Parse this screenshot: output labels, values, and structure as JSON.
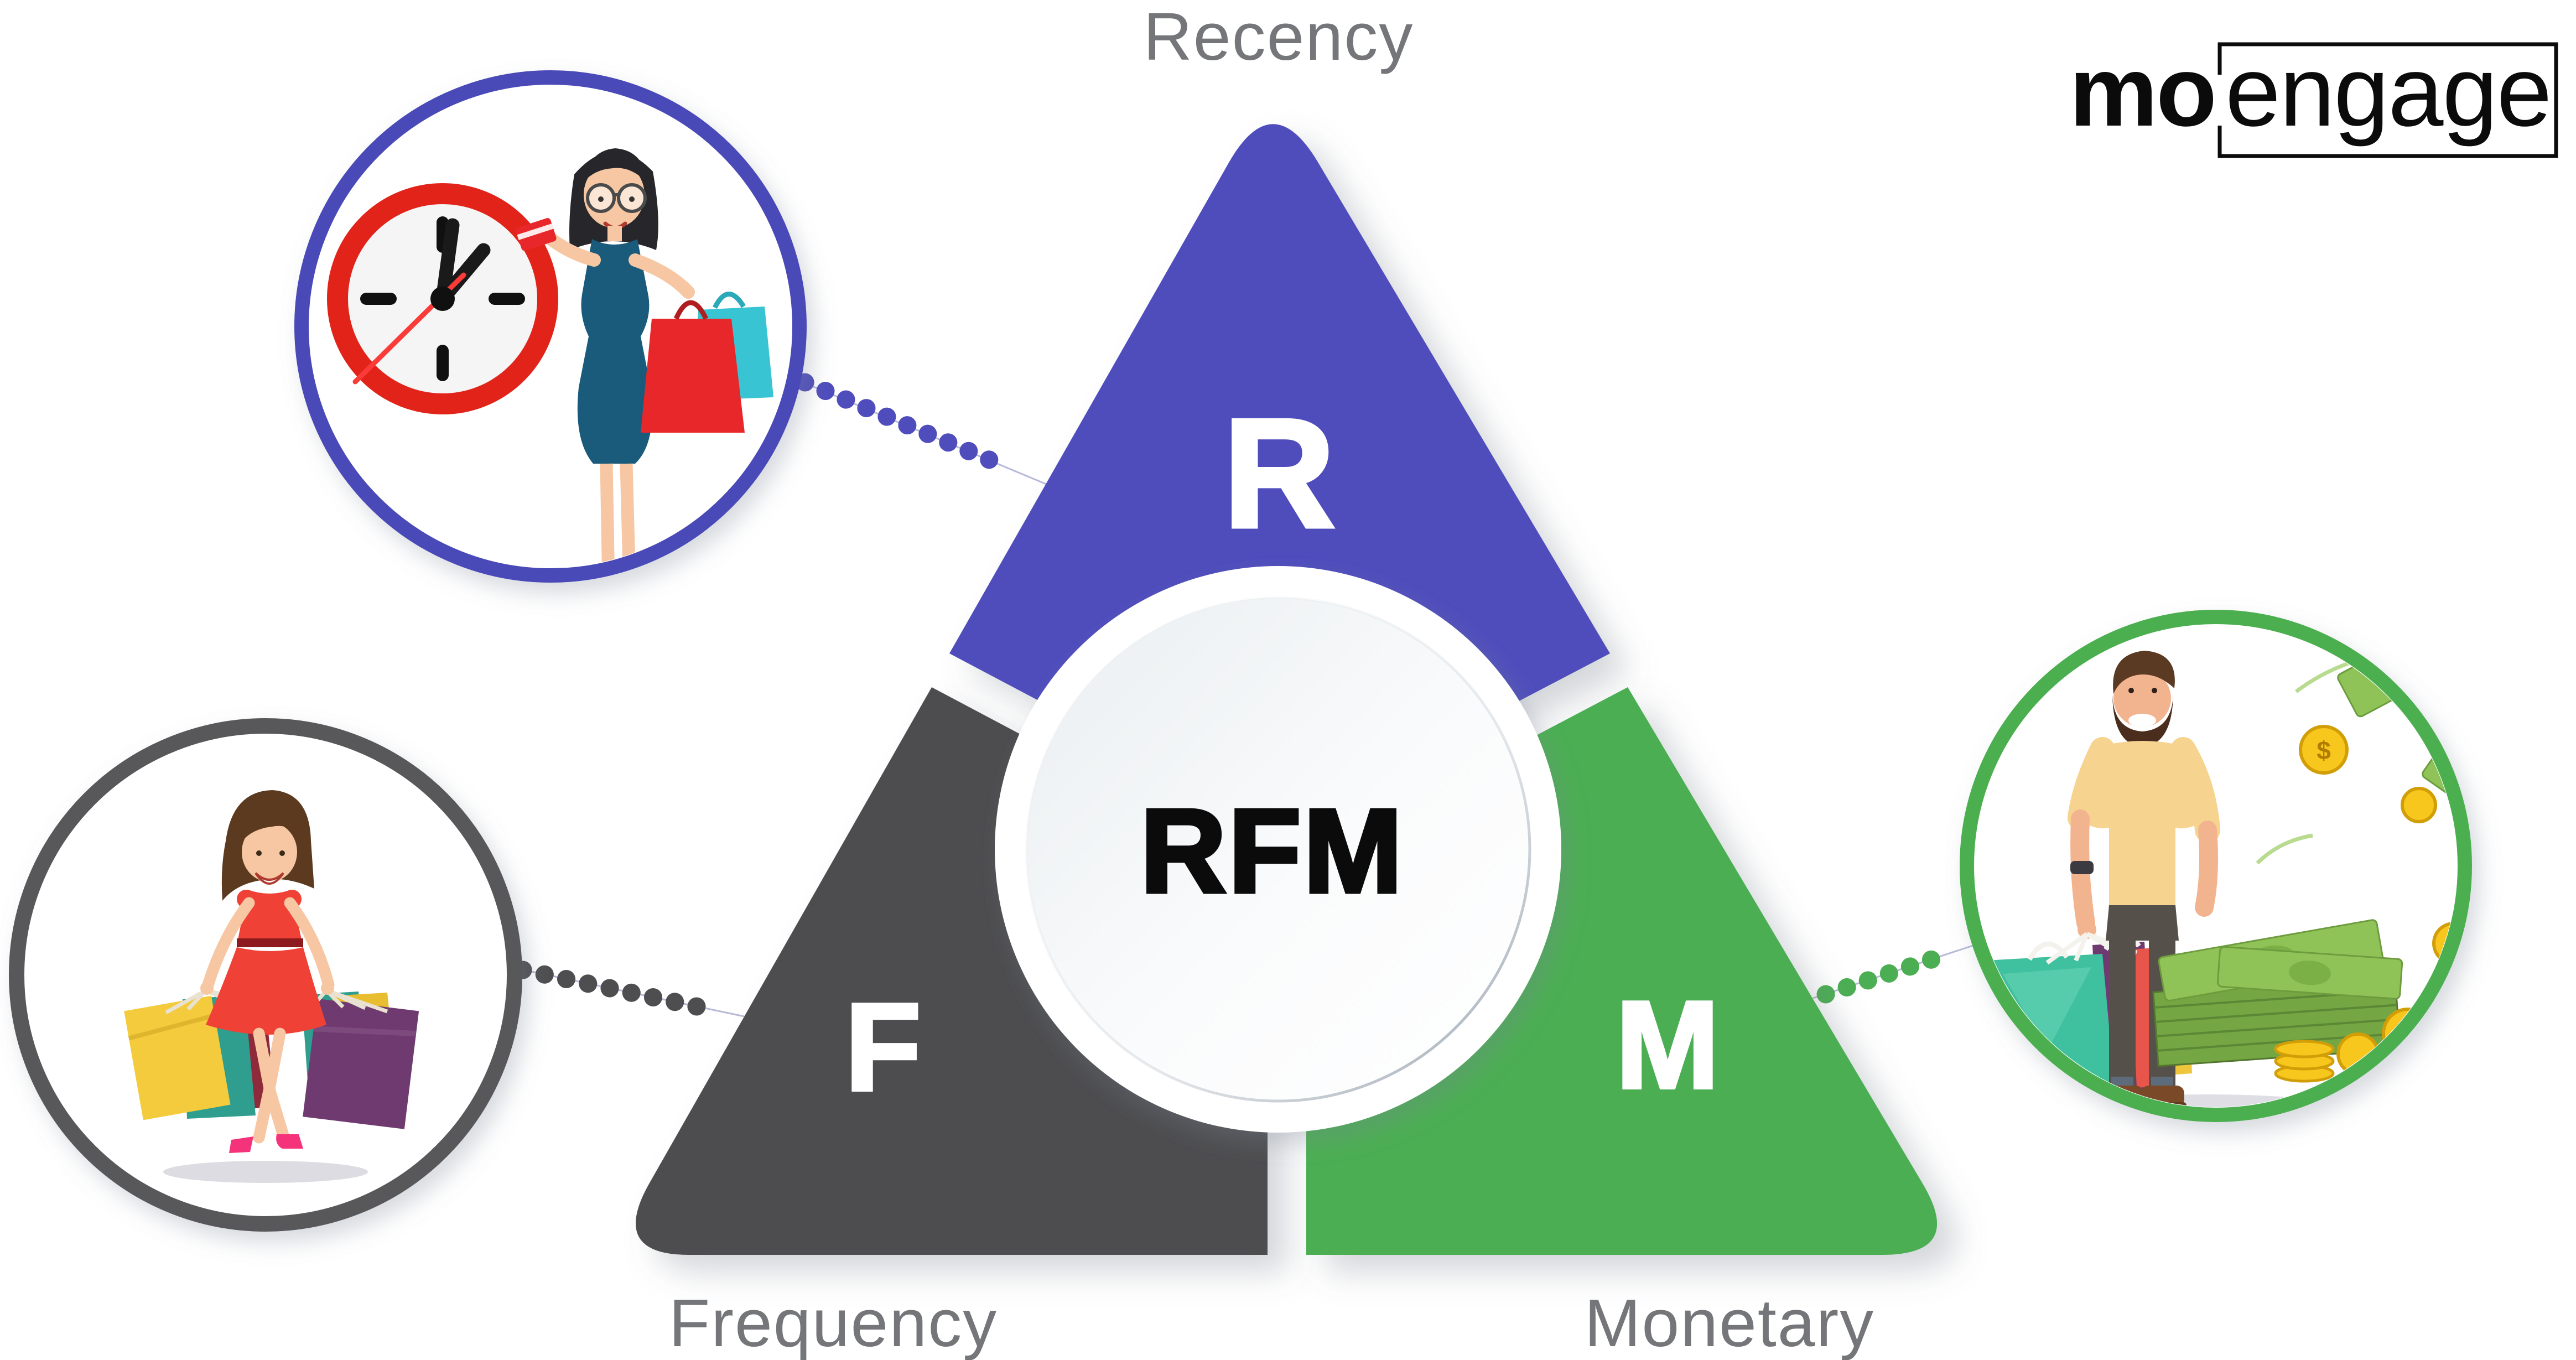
{
  "brand": {
    "logo_bold": "mo",
    "logo_light": "engage"
  },
  "diagram": {
    "center_label": "RFM",
    "segments": [
      {
        "id": "recency",
        "letter": "R",
        "label": "Recency",
        "color": "#4f4dbc"
      },
      {
        "id": "frequency",
        "letter": "F",
        "label": "Frequency",
        "color": "#4e4e50"
      },
      {
        "id": "monetary",
        "letter": "M",
        "label": "Monetary",
        "color": "#4cae53"
      }
    ],
    "label_color": "#75767a",
    "center_circle_color": "#ffffff"
  },
  "badges": {
    "recency": {
      "icon": "clock-woman-shopper-illustration",
      "border_color": "#4a49b8",
      "connector_dot_color": "#4f4dbc"
    },
    "frequency": {
      "icon": "woman-shopping-bags-illustration",
      "border_color": "#58585a",
      "connector_dot_color": "#4e4e50"
    },
    "monetary": {
      "icon": "man-with-cash-illustration",
      "border_color": "#4caf50",
      "connector_dot_color": "#4cae53",
      "coin_symbol": "$"
    }
  }
}
